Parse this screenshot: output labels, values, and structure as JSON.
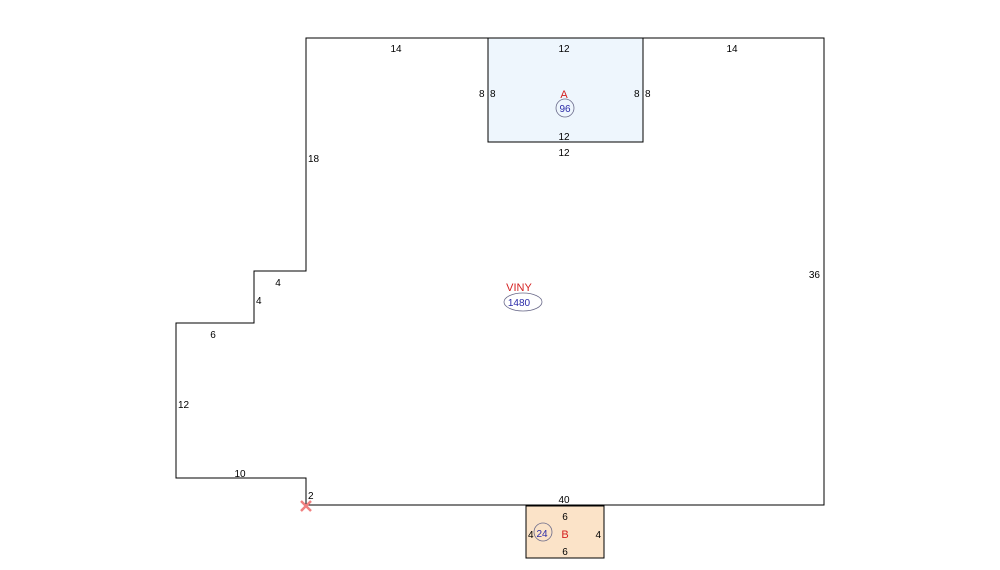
{
  "main": {
    "label": "VINY",
    "area": "1480",
    "dims": {
      "top_left": "14",
      "top_right": "14",
      "left_upper": "18",
      "step_top": "4",
      "step_side": "4",
      "mid_top": "6",
      "left_lower": "12",
      "bottom_left": "10",
      "bottom_step": "2",
      "bottom": "40",
      "right": "36"
    }
  },
  "room_a": {
    "label": "A",
    "area": "96",
    "fill": "#eef6fd",
    "dims": {
      "top": "12",
      "bottom_inner": "12",
      "bottom_outer": "12",
      "left_outer": "8",
      "left_inner": "8",
      "right_inner": "8",
      "right_outer": "8"
    }
  },
  "room_b": {
    "label": "B",
    "area": "24",
    "fill": "#fbe3c8",
    "dims": {
      "top": "6",
      "bottom": "6",
      "left": "4",
      "right": "4"
    }
  },
  "colors": {
    "label": "#d42020",
    "area": "#2a2aa8",
    "start_marker": "#f08080"
  },
  "icons": {
    "start_marker": "start-point-x-icon"
  }
}
